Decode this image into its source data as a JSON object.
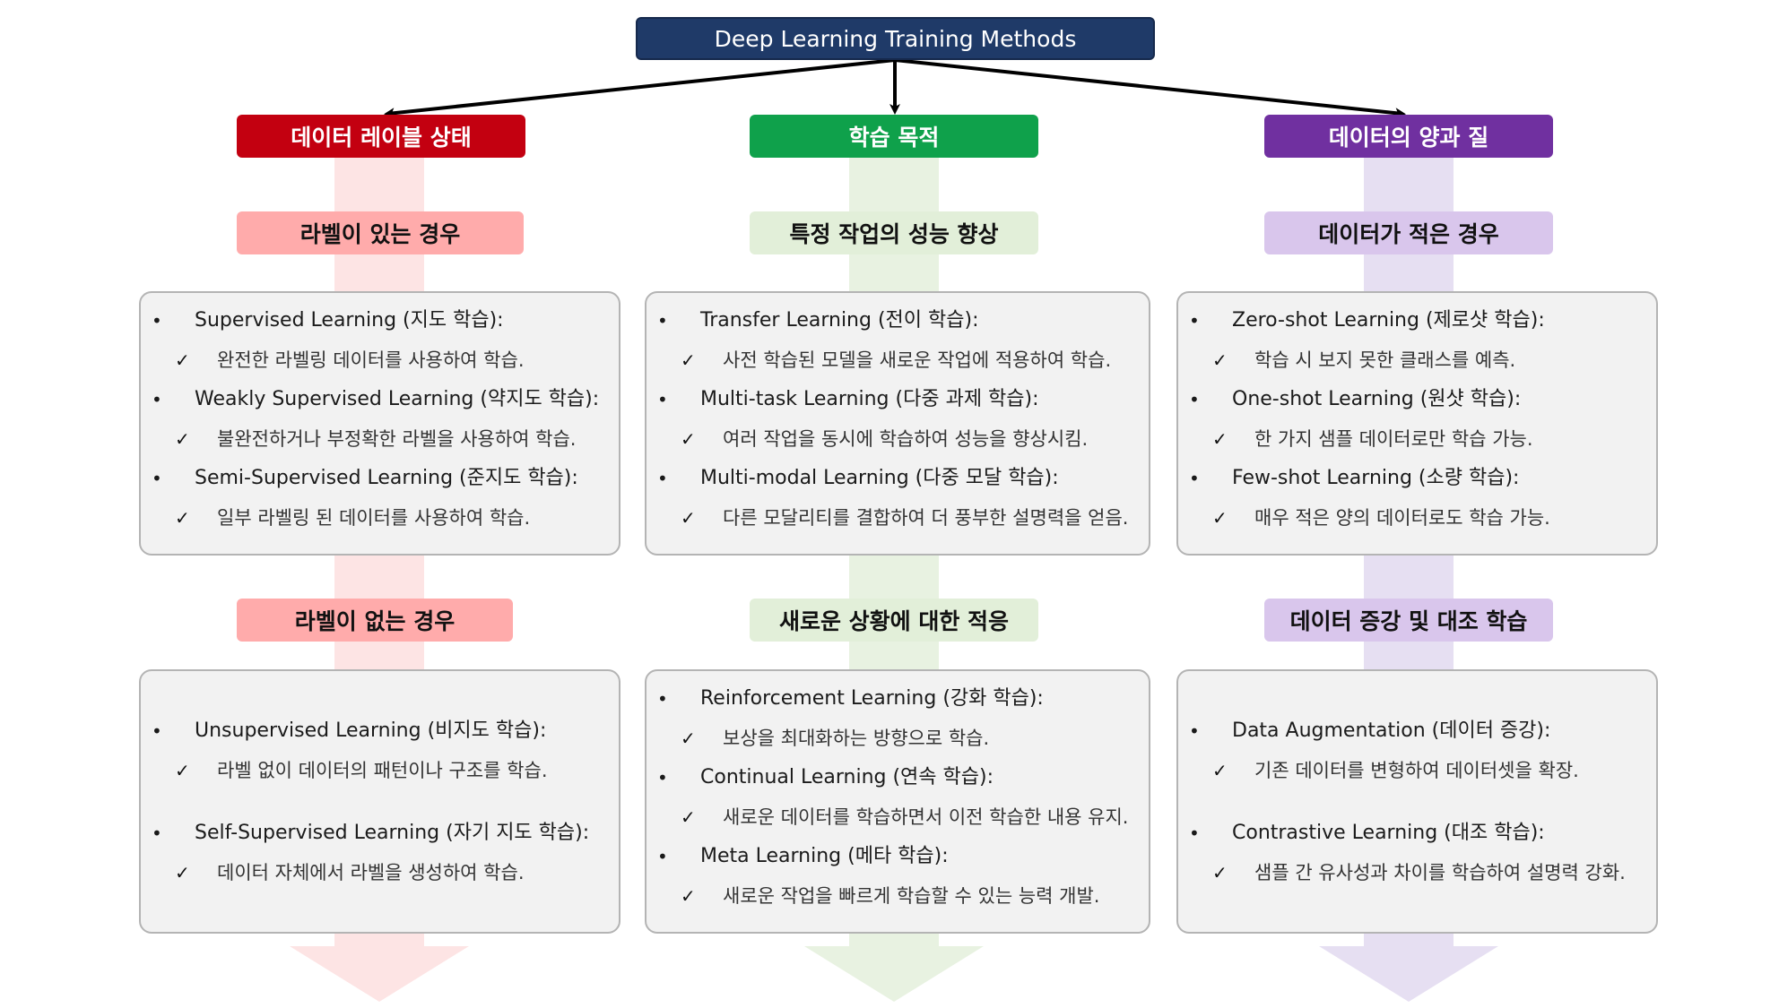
{
  "title": "Deep Learning Training Methods",
  "columns": [
    {
      "header": "데이터 레이블 상태",
      "color": "#c30010",
      "groups": [
        {
          "heading": "라벨이 있는 경우",
          "items": [
            {
              "title": "Supervised Learning (지도 학습):",
              "desc": "완전한 라벨링 데이터를 사용하여 학습."
            },
            {
              "title": "Weakly Supervised Learning (약지도 학습):",
              "desc": "불완전하거나 부정확한 라벨을 사용하여 학습."
            },
            {
              "title": "Semi-Supervised Learning (준지도 학습):",
              "desc": "일부 라벨링 된 데이터를 사용하여 학습."
            }
          ]
        },
        {
          "heading": "라벨이 없는 경우",
          "items": [
            {
              "title": "Unsupervised Learning (비지도 학습):",
              "desc": "라벨 없이 데이터의 패턴이나 구조를 학습."
            },
            {
              "title": "Self-Supervised Learning (자기 지도 학습):",
              "desc": "데이터 자체에서 라벨을 생성하여 학습."
            }
          ]
        }
      ]
    },
    {
      "header": "학습 목적",
      "color": "#0fa14b",
      "groups": [
        {
          "heading": "특정 작업의 성능 향상",
          "items": [
            {
              "title": "Transfer Learning (전이 학습):",
              "desc": "사전 학습된 모델을 새로운 작업에 적용하여 학습."
            },
            {
              "title": "Multi-task Learning (다중 과제 학습):",
              "desc": "여러 작업을 동시에 학습하여 성능을 향상시킴."
            },
            {
              "title": "Multi-modal Learning (다중 모달 학습):",
              "desc": "다른 모달리티를 결합하여 더 풍부한 설명력을 얻음."
            }
          ]
        },
        {
          "heading": "새로운 상황에 대한 적응",
          "items": [
            {
              "title": "Reinforcement Learning (강화 학습):",
              "desc": "보상을 최대화하는 방향으로 학습."
            },
            {
              "title": "Continual Learning (연속 학습):",
              "desc": "새로운 데이터를 학습하면서 이전 학습한 내용 유지."
            },
            {
              "title": "Meta Learning (메타 학습):",
              "desc": "새로운 작업을 빠르게 학습할 수 있는 능력 개발."
            }
          ]
        }
      ]
    },
    {
      "header": "데이터의 양과 질",
      "color": "#7030a0",
      "groups": [
        {
          "heading": "데이터가 적은 경우",
          "items": [
            {
              "title": "Zero-shot Learning (제로샷 학습):",
              "desc": "학습 시 보지 못한 클래스를 예측."
            },
            {
              "title": "One-shot Learning (원샷 학습):",
              "desc": "한 가지 샘플 데이터로만 학습 가능."
            },
            {
              "title": "Few-shot Learning (소량 학습):",
              "desc": "매우 적은 양의 데이터로도 학습 가능."
            }
          ]
        },
        {
          "heading": "데이터 증강 및 대조 학습",
          "items": [
            {
              "title": "Data Augmentation (데이터 증강):",
              "desc": "기존 데이터를 변형하여 데이터셋을 확장."
            },
            {
              "title": "Contrastive Learning (대조 학습):",
              "desc": "샘플 간 유사성과 차이를 학습하여 설명력 강화."
            }
          ]
        }
      ]
    }
  ]
}
